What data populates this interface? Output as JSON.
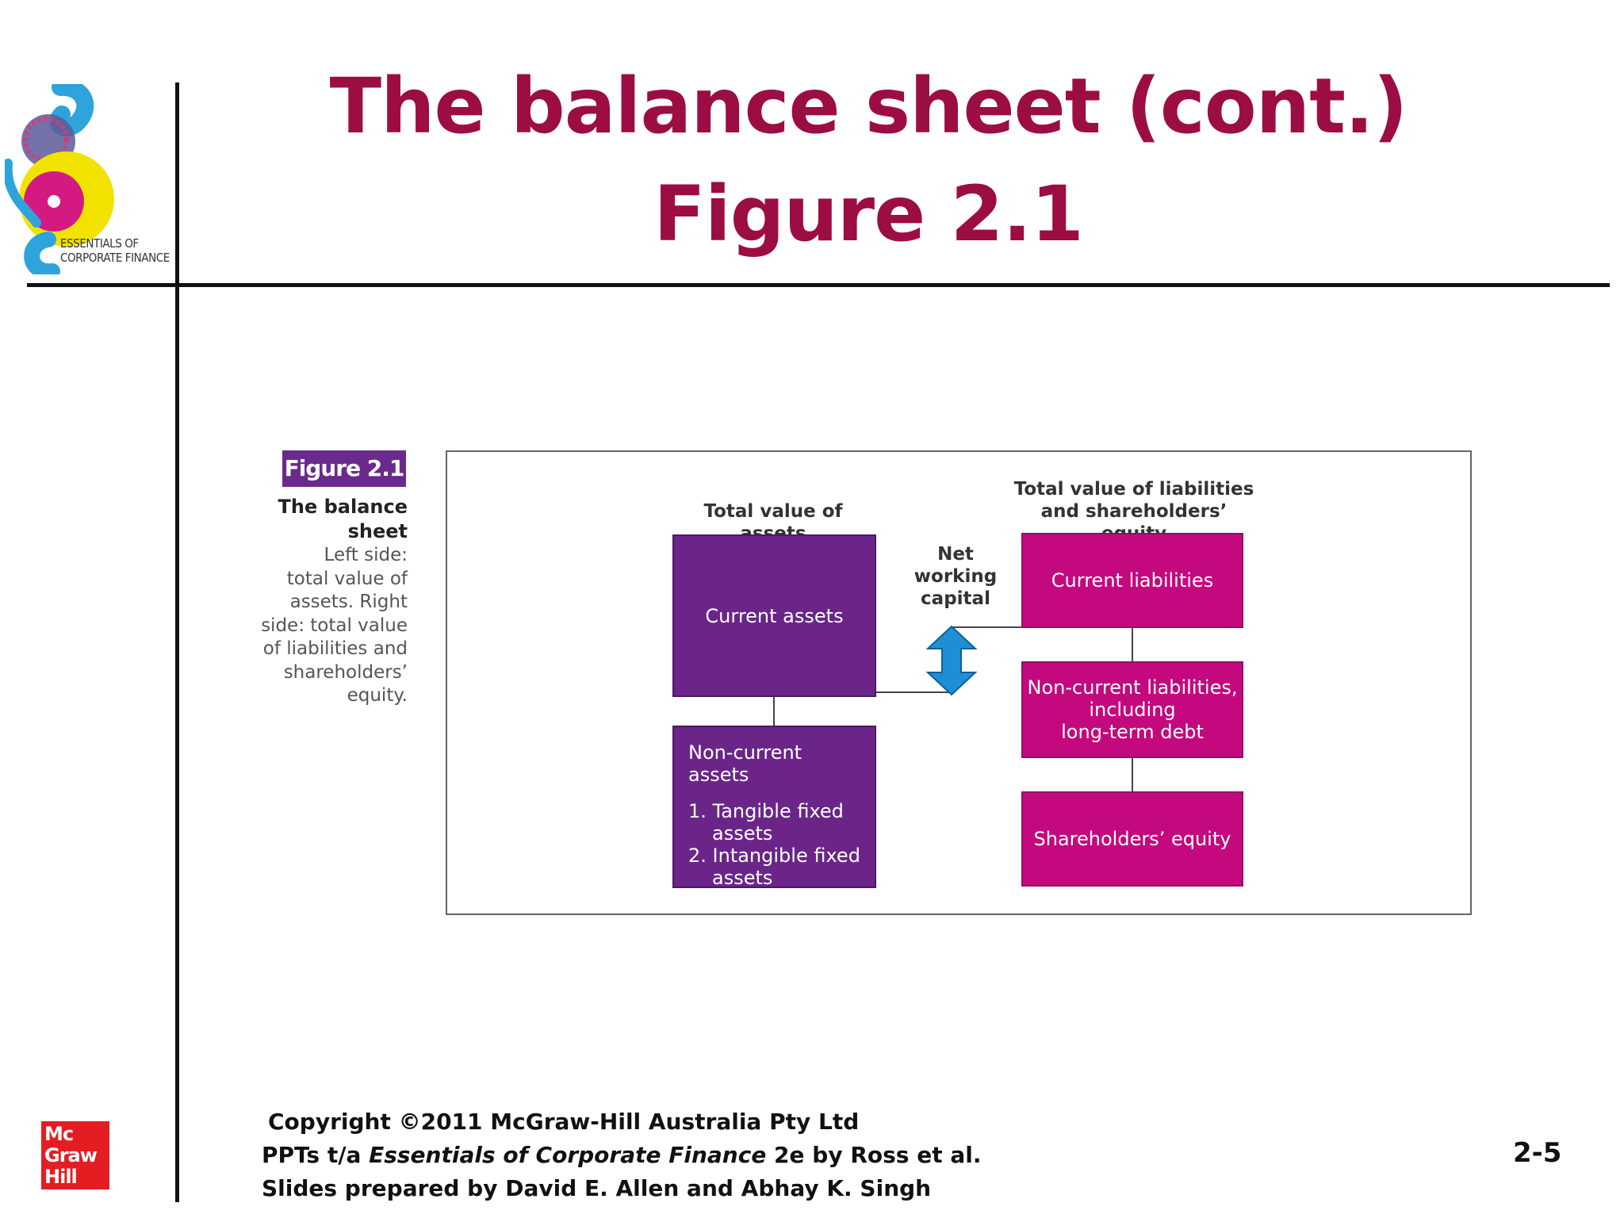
{
  "slide": {
    "title_line1": "The balance sheet (cont.)",
    "title_line2": "Figure 2.1",
    "page_number": "2-5"
  },
  "logo": {
    "line1": "ESSENTIALS OF",
    "line2": "CORPORATE FINANCE"
  },
  "figure": {
    "badge": "Figure 2.1",
    "caption_title_line1": "The balance",
    "caption_title_line2": "sheet",
    "caption_lines": [
      "Left side:",
      "total value of",
      "assets. Right",
      "side: total value",
      "of liabilities and",
      "shareholders’",
      "equity."
    ]
  },
  "diagram": {
    "assets_heading": "Total value of assets",
    "liabilities_heading_line1": "Total value of liabilities",
    "liabilities_heading_line2": "and shareholders’ equity",
    "nwc_line1": "Net",
    "nwc_line2": "working",
    "nwc_line3": "capital",
    "current_assets": "Current assets",
    "noncurrent_assets_title": "Non-current assets",
    "noncurrent_item1_line1": "1. Tangible fixed",
    "noncurrent_item1_line2": "assets",
    "noncurrent_item2_line1": "2. Intangible fixed",
    "noncurrent_item2_line2": "assets",
    "current_liabilities": "Current liabilities",
    "noncurrent_liab_line1": "Non-current liabilities,",
    "noncurrent_liab_line2": "including",
    "noncurrent_liab_line3": "long-term debt",
    "shareholders_equity": "Shareholders’ equity",
    "colors": {
      "assets": "#6b2589",
      "liabilities": "#c4097e",
      "arrow": "#1e8fd6"
    }
  },
  "footer": {
    "copyright": "Copyright ©2011 McGraw-Hill Australia Pty Ltd",
    "ppts_prefix": "PPTs t/a ",
    "book_title": "Essentials of Corporate Finance",
    "ppts_suffix": " 2e by Ross et al.",
    "prepared_by": "Slides prepared by David E. Allen and Abhay K. Singh"
  },
  "publisher_logo": {
    "line1": "Mc",
    "line2": "Graw",
    "line3": "Hill"
  },
  "colors": {
    "title": "#9c0d43",
    "badge": "#6a2a8d",
    "publisher": "#e41d23"
  }
}
